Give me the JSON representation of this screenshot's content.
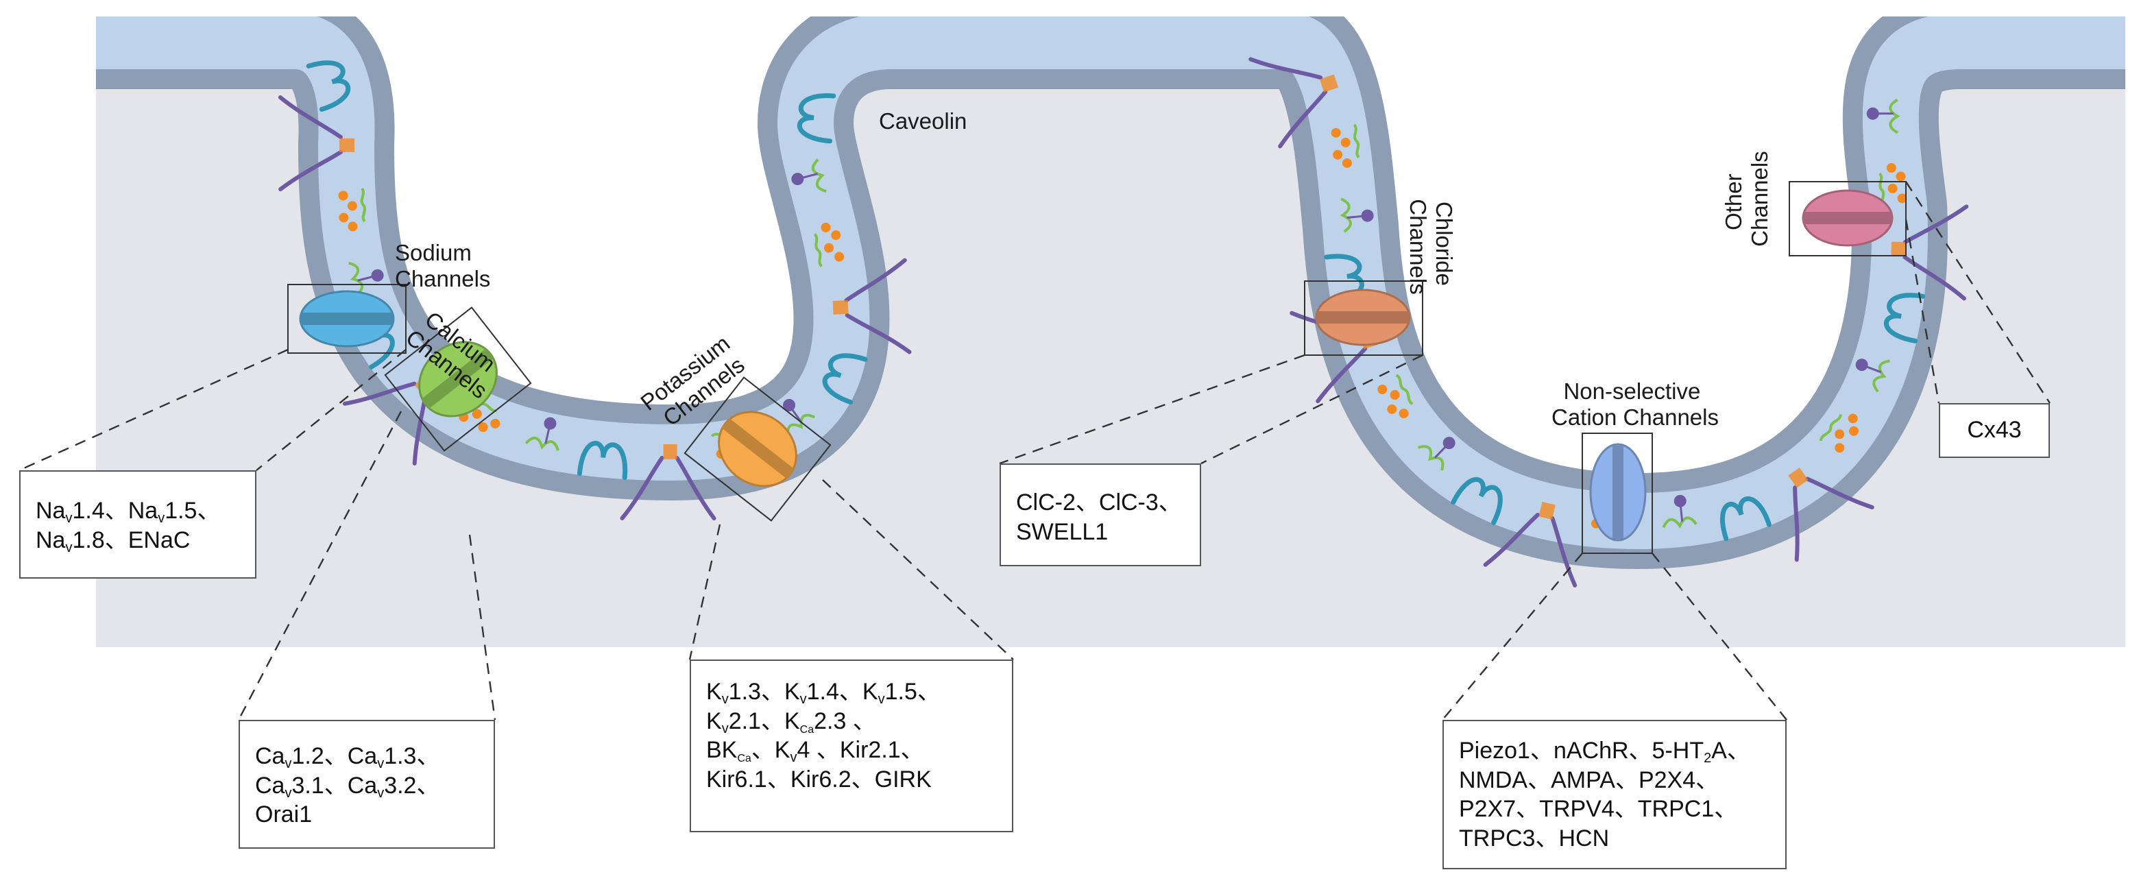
{
  "labels": {
    "sodium": [
      "Sodium",
      "Channels"
    ],
    "calcium": [
      "Calcium",
      "Channels"
    ],
    "potassium": [
      "Potassium",
      "Channels"
    ],
    "caveolin": "Caveolin",
    "chloride": [
      "Chloride",
      "Channels"
    ],
    "nonselective": [
      "Non-selective",
      "Cation Channels"
    ],
    "other": [
      "Other",
      "Channels"
    ]
  },
  "lists": {
    "sodium": [
      [
        [
          "Na",
          ""
        ],
        [
          "v",
          "sub"
        ],
        [
          "1.4、Na",
          ""
        ],
        [
          "v",
          "sub"
        ],
        [
          "1.5、",
          ""
        ]
      ],
      [
        [
          "Na",
          ""
        ],
        [
          "v",
          "sub"
        ],
        [
          "1.8、ENaC",
          ""
        ]
      ]
    ],
    "calcium": [
      [
        [
          "Ca",
          ""
        ],
        [
          "v",
          "sub"
        ],
        [
          "1.2、Ca",
          ""
        ],
        [
          "v",
          "sub"
        ],
        [
          "1.3、",
          ""
        ]
      ],
      [
        [
          "Ca",
          ""
        ],
        [
          "v",
          "sub"
        ],
        [
          "3.1、Ca",
          ""
        ],
        [
          "v",
          "sub"
        ],
        [
          "3.2、",
          ""
        ]
      ],
      [
        [
          "Orai1",
          ""
        ]
      ]
    ],
    "potassium": [
      [
        [
          "K",
          ""
        ],
        [
          "v",
          "sub"
        ],
        [
          "1.3、K",
          ""
        ],
        [
          "v",
          "sub"
        ],
        [
          "1.4、K",
          ""
        ],
        [
          "v",
          "sub"
        ],
        [
          "1.5、",
          ""
        ]
      ],
      [
        [
          "K",
          ""
        ],
        [
          "v",
          "sub"
        ],
        [
          "2.1、K",
          ""
        ],
        [
          "Ca",
          "sub"
        ],
        [
          "2.3 、",
          ""
        ]
      ],
      [
        [
          "BK",
          ""
        ],
        [
          "Ca",
          "sub"
        ],
        [
          "、K",
          ""
        ],
        [
          "v",
          "sub"
        ],
        [
          "4 、Kir2.1、",
          ""
        ]
      ],
      [
        [
          "Kir6.1、Kir6.2、GIRK",
          ""
        ]
      ]
    ],
    "chloride": [
      [
        [
          "ClC-2、ClC-3、",
          ""
        ]
      ],
      [
        [
          "SWELL1",
          ""
        ]
      ]
    ],
    "nonselective": [
      [
        [
          "Piezo1、nAChR、5-HT",
          ""
        ],
        [
          "2",
          "sub"
        ],
        [
          "A、",
          ""
        ]
      ],
      [
        [
          "NMDA、AMPA、P2X4、",
          ""
        ]
      ],
      [
        [
          "P2X7、TRPV4、TRPC1、",
          ""
        ]
      ],
      [
        [
          "TRPC3、HCN",
          ""
        ]
      ]
    ],
    "other": [
      [
        [
          "Cx43",
          ""
        ]
      ]
    ]
  },
  "colors": {
    "sodium": "#5ab4e3",
    "calcium": "#93cc5a",
    "potassium": "#f5a94a",
    "chloride": "#e3936a",
    "nonselective": "#8fb2ec",
    "other": "#d9819e",
    "membrane_outer": "#8d9db3",
    "membrane_inner": "#bed2ea",
    "cytoplasm": "#e4e5ea",
    "caveolin": "#2f94b4",
    "protein": "#6d5aa3",
    "lipid": "#f28a1f"
  }
}
